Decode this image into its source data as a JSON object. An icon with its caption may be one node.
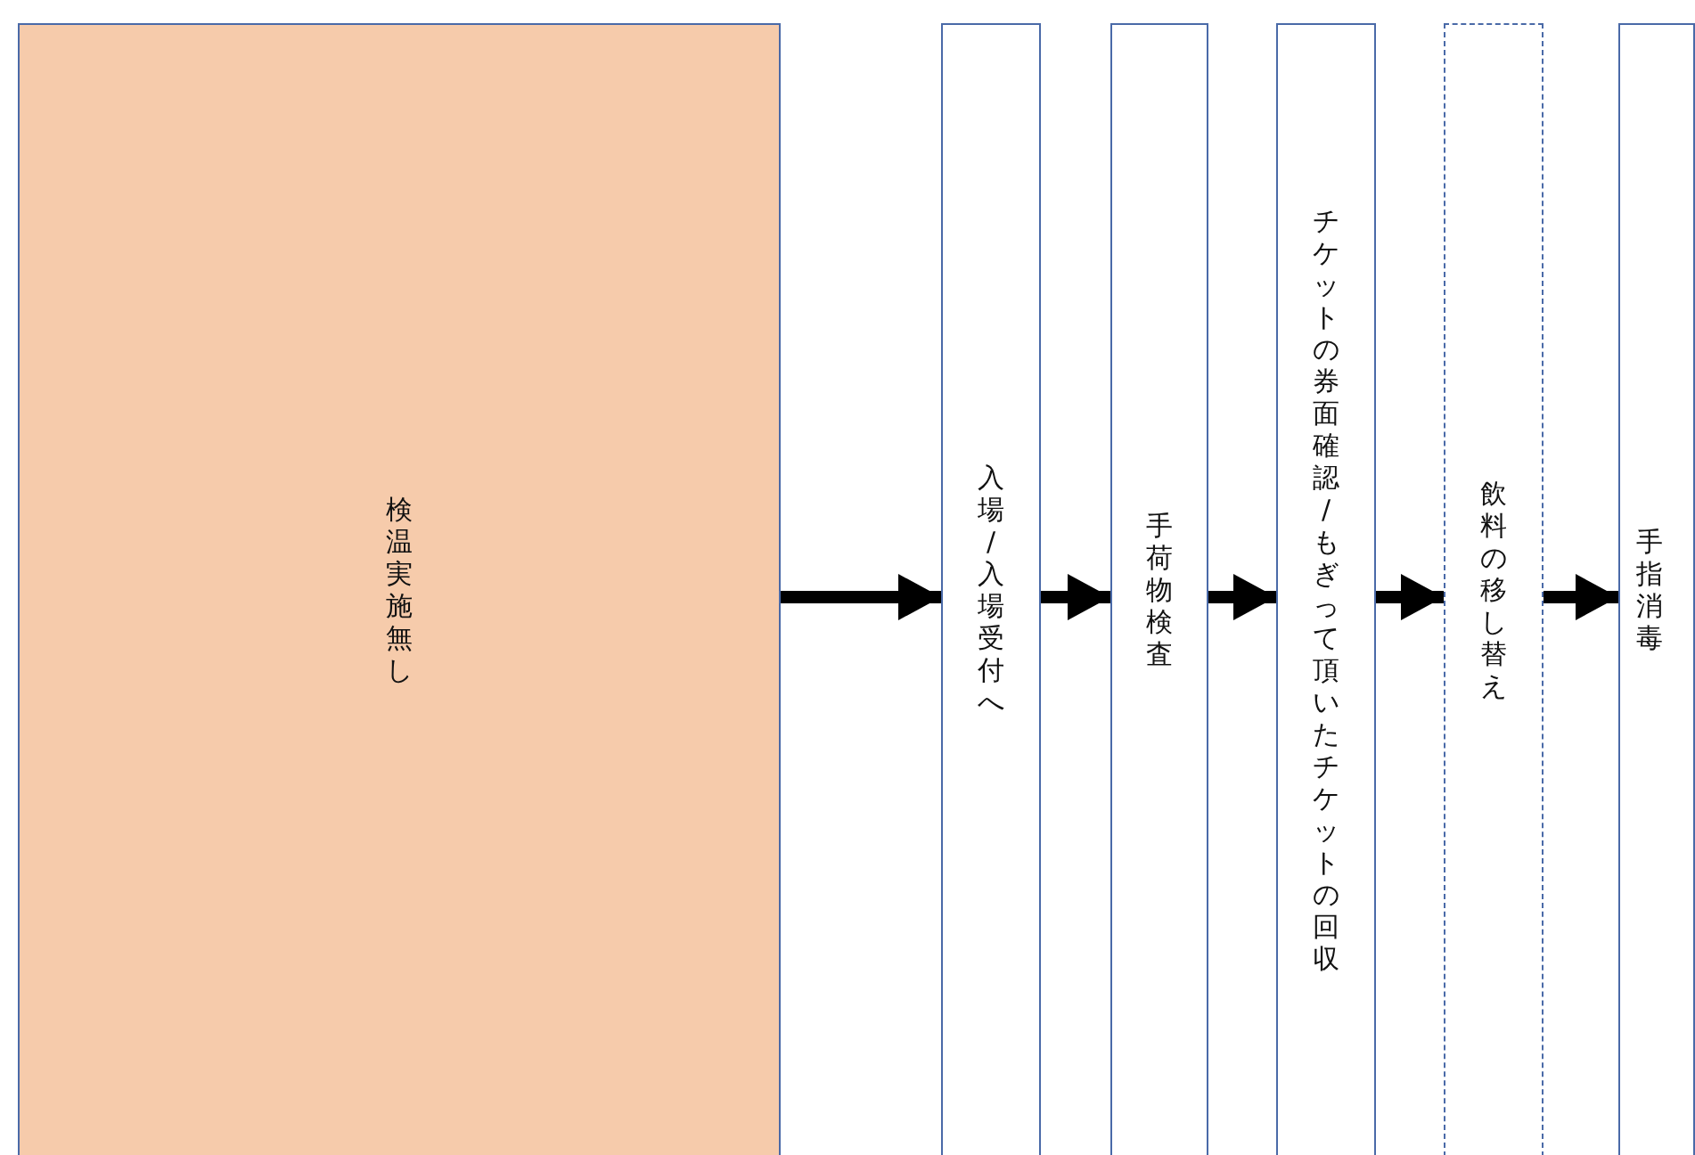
{
  "diagram": {
    "nodes": [
      {
        "text": [
          "検温実施無し"
        ]
      },
      {
        "text": [
          "入場/入場受付へ"
        ]
      },
      {
        "text": [
          "手荷物検査"
        ]
      },
      {
        "text": [
          "チケットの券面確認/もぎって頂いたチケットの回収"
        ]
      },
      {
        "text": [
          "飲料の移し替え"
        ]
      },
      {
        "text": [
          "手指消毒"
        ]
      }
    ],
    "edges": [
      {
        "from": 0,
        "to": 1,
        "arrow": "to"
      },
      {
        "from": 1,
        "to": 2,
        "arrow": "to"
      },
      {
        "from": 2,
        "to": 3,
        "arrow": "to"
      },
      {
        "from": 3,
        "to": 4,
        "arrow": "to"
      },
      {
        "from": 4,
        "to": 5,
        "arrow": "to"
      }
    ]
  }
}
